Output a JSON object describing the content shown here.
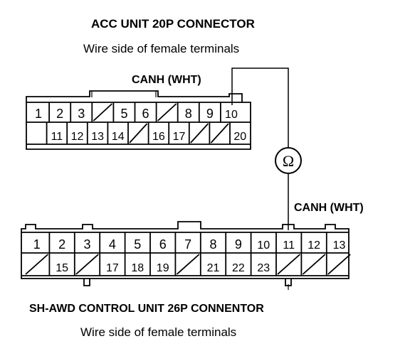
{
  "acc": {
    "title": "ACC UNIT 20P CONNECTOR",
    "subtitle": "Wire side of female terminals",
    "wire_label": "CANH (WHT)",
    "row1": [
      "1",
      "2",
      "3",
      "/",
      "5",
      "6",
      "/",
      "8",
      "9",
      "10"
    ],
    "row2": [
      "",
      "11",
      "12",
      "13",
      "14",
      "/",
      "16",
      "17",
      "/",
      "/",
      "20"
    ]
  },
  "meter": {
    "symbol": "Ω",
    "name": "ohmmeter"
  },
  "awd": {
    "wire_label": "CANH (WHT)",
    "row1": [
      "1",
      "2",
      "3",
      "4",
      "5",
      "6",
      "7",
      "8",
      "9",
      "10",
      "11",
      "12",
      "13"
    ],
    "row2": [
      "/",
      "15",
      "/",
      "17",
      "18",
      "19",
      "/",
      "21",
      "22",
      "23",
      "/",
      "/",
      "/"
    ],
    "title": "SH-AWD CONTROL UNIT 26P CONNENTOR",
    "subtitle": "Wire side of female terminals"
  }
}
